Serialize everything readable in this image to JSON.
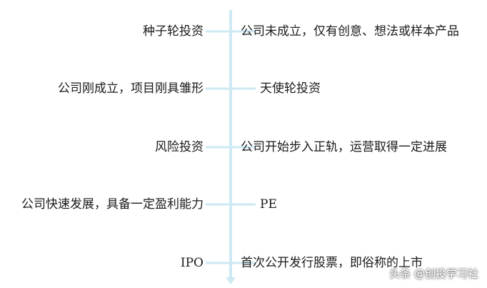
{
  "colors": {
    "line": "#cde9f3",
    "text": "#1a1a1a"
  },
  "stages": [
    {
      "left": "种子轮投资",
      "right": "公司未成立，仅有创意、想法或样本产品",
      "side_of_label": "left"
    },
    {
      "left": "公司刚成立，项目刚具雏形",
      "right": "天使轮投资",
      "side_of_label": "right"
    },
    {
      "left": "风险投资",
      "right": "公司开始步入正轨，运营取得一定进展",
      "side_of_label": "left"
    },
    {
      "left": "公司快速发展，具备一定盈利能力",
      "right": "PE",
      "side_of_label": "right"
    },
    {
      "left": "IPO",
      "right": "首次公开发行股票，即俗称的上市",
      "side_of_label": "left"
    }
  ],
  "watermark": "头条 @创投学习社"
}
